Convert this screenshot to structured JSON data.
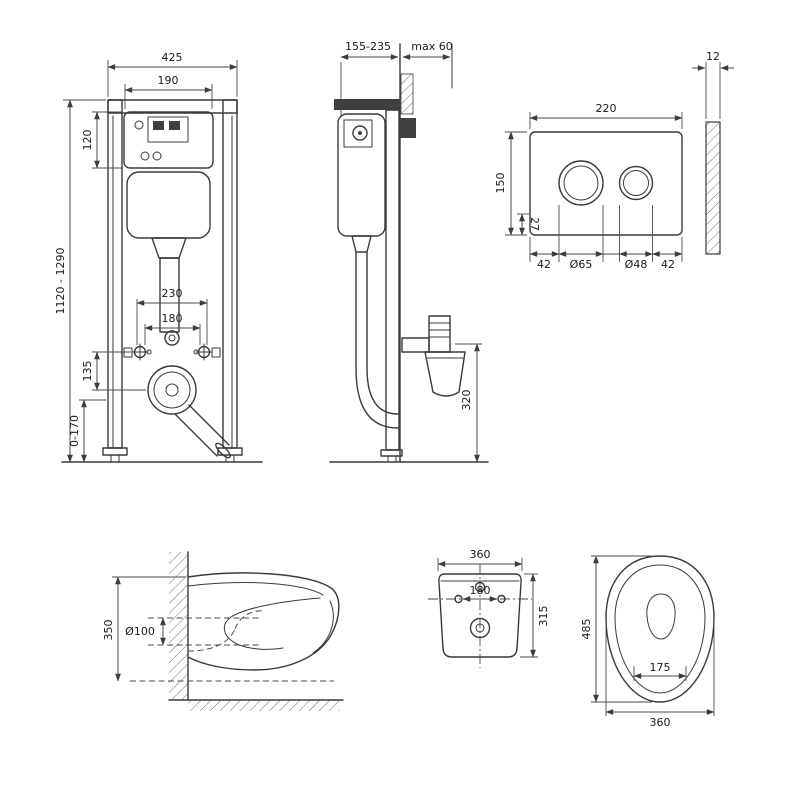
{
  "appearance": {
    "background": "#ffffff",
    "line_color": "#3a3a3a",
    "text_color": "#1a1a1a"
  },
  "frame_front": {
    "width": "425",
    "tank_width": "190",
    "tank_height": "120",
    "height_range": "1120 - 1290",
    "drain_spacing": "230",
    "bolt_spacing": "180",
    "outlet_offset": "135",
    "leg_range": "0-170"
  },
  "frame_side": {
    "depth_range": "155-235",
    "wall_max": "max 60",
    "outlet_height": "320"
  },
  "flush_plate": {
    "width": "220",
    "height": "150",
    "bottom_offset": "27",
    "margin_left": "42",
    "big_button_dia": "Ø65",
    "small_button_dia": "Ø48",
    "margin_right": "42",
    "thickness": "12"
  },
  "bowl_side": {
    "height": "350",
    "outlet_dia": "Ø100"
  },
  "bowl_mount": {
    "width": "360",
    "hole_spacing": "180",
    "depth": "315"
  },
  "bowl_top": {
    "length": "485",
    "inner_width": "175",
    "width": "360"
  }
}
